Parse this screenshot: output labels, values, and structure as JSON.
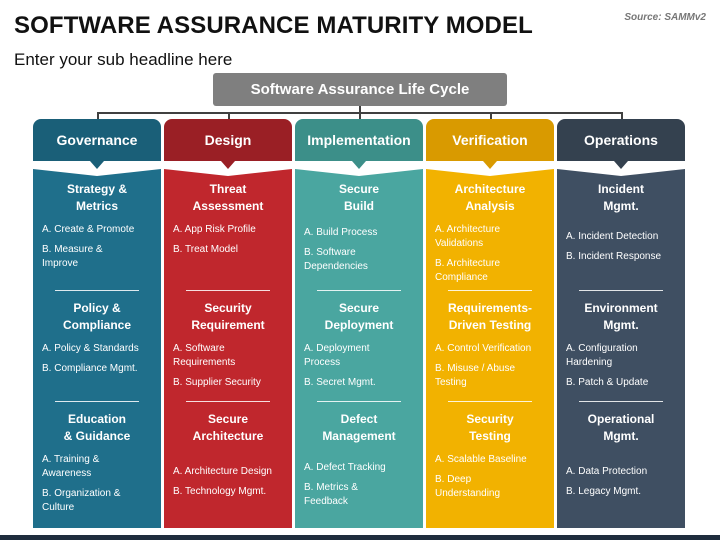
{
  "title": "SOFTWARE ASSURANCE MATURITY MODEL",
  "subtitle": "Enter your sub headline here",
  "source": "Source: SAMMv2",
  "top_box": "Software Assurance Life Cycle",
  "colors": {
    "governance": "#1f6f8b",
    "governance_header": "#1a5f78",
    "design": "#c0272d",
    "design_header": "#9a1f25",
    "implementation": "#4aa6a0",
    "implementation_header": "#3c8f89",
    "verification": "#f2b200",
    "verification_header": "#d99a00",
    "operations": "#3f4f62",
    "operations_header": "#34414f",
    "top_box": "#7f7f7f"
  },
  "columns": [
    {
      "name": "Governance",
      "sections": [
        {
          "title": "Strategy &\nMetrics",
          "items": [
            "A. Create & Promote",
            "B. Measure &\nImprove"
          ]
        },
        {
          "title": "Policy &\nCompliance",
          "items": [
            "A. Policy & Standards",
            "B. Compliance Mgmt."
          ]
        },
        {
          "title": "Education\n& Guidance",
          "items": [
            "A. Training &\nAwareness",
            "B. Organization &\nCulture"
          ]
        }
      ]
    },
    {
      "name": "Design",
      "sections": [
        {
          "title": "Threat\nAssessment",
          "items": [
            "A. App Risk Profile",
            "B. Treat Model"
          ]
        },
        {
          "title": "Security\nRequirement",
          "items": [
            "A. Software\nRequirements",
            "B. Supplier Security"
          ]
        },
        {
          "title": "Secure\nArchitecture",
          "items": [
            "A. Architecture Design",
            "B. Technology Mgmt."
          ]
        }
      ]
    },
    {
      "name": "Implementation",
      "sections": [
        {
          "title": "Secure\nBuild",
          "items": [
            "A.  Build Process",
            "B. Software\nDependencies"
          ]
        },
        {
          "title": "Secure\nDeployment",
          "items": [
            "A. Deployment\nProcess",
            "B. Secret Mgmt."
          ]
        },
        {
          "title": "Defect\nManagement",
          "items": [
            "A. Defect Tracking",
            "B. Metrics &\nFeedback"
          ]
        }
      ]
    },
    {
      "name": "Verification",
      "sections": [
        {
          "title": "Architecture\nAnalysis",
          "items": [
            "A. Architecture\nValidations",
            "B. Architecture\nCompliance"
          ]
        },
        {
          "title": "Requirements-\nDriven Testing",
          "items": [
            "A.  Control Verification",
            "B.  Misuse / Abuse\nTesting"
          ]
        },
        {
          "title": "Security\nTesting",
          "items": [
            "A. Scalable Baseline",
            "B. Deep\nUnderstanding"
          ]
        }
      ]
    },
    {
      "name": "Operations",
      "sections": [
        {
          "title": "Incident\nMgmt.",
          "items": [
            "A. Incident Detection",
            "B. Incident Response"
          ]
        },
        {
          "title": "Environment\nMgmt.",
          "items": [
            "A. Configuration\nHardening",
            "B. Patch & Update"
          ]
        },
        {
          "title": "Operational\nMgmt.",
          "items": [
            "A. Data Protection",
            "B. Legacy Mgmt."
          ]
        }
      ]
    }
  ]
}
